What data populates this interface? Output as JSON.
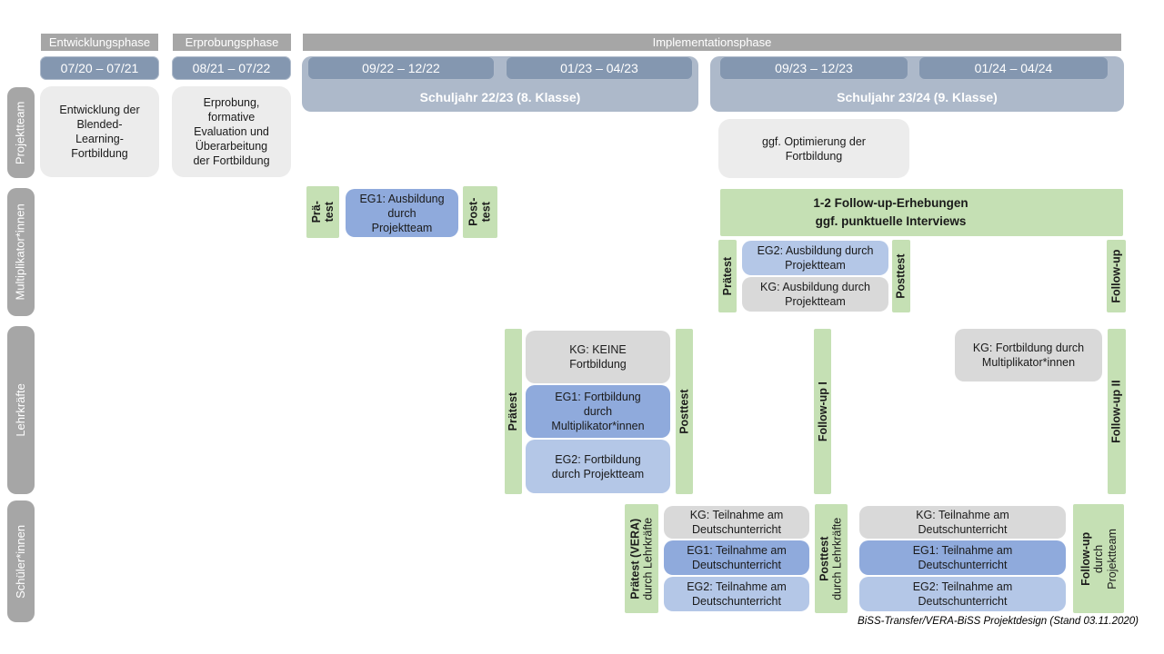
{
  "colors": {
    "header_gray": "#a6a6a6",
    "steel_blue": "#8497b0",
    "light_steel": "#adb9ca",
    "light_gray_box": "#ececec",
    "kg_gray": "#d9d9d9",
    "eg1_blue": "#8faadc",
    "eg2_blue": "#b4c7e7",
    "green": "#c5e0b4"
  },
  "phase_headers": {
    "entwicklung": "Entwicklungsphase",
    "erprobung": "Erprobungsphase",
    "implementation": "Implementationsphase"
  },
  "timeline": {
    "d1": "07/20 – 07/21",
    "d2": "08/21 – 07/22",
    "d3": "09/22 – 12/22",
    "d4": "01/23 – 04/23",
    "d5": "09/23 – 12/23",
    "d6": "01/24 – 04/24",
    "sy1": "Schuljahr 22/23 (8. Klasse)",
    "sy2": "Schuljahr 23/24 (9. Klasse)"
  },
  "row_labels": {
    "r1": "Projektteam",
    "r2": "Multiplikator*innen",
    "r3": "Lehrkräfte",
    "r4": "Schüler*innen"
  },
  "projektteam": {
    "box1": "Entwicklung der\nBlended-\nLearning-\nFortbildung",
    "box2": "Erprobung,\nformative\nEvaluation und\nÜberarbeitung\nder Fortbildung",
    "box3": "ggf. Optimierung der\nFortbildung"
  },
  "multiplikatoren": {
    "praetest1_l1": "Prä-",
    "praetest1_l2": "test",
    "eg1": "EG1: Ausbildung\ndurch\nProjektteam",
    "posttest1_l1": "Post-",
    "posttest1_l2": "test",
    "followup_box": "1-2 Follow-up-Erhebungen\nggf. punktuelle Interviews",
    "praetest2": "Prätest",
    "eg2": "EG2: Ausbildung durch\nProjektteam",
    "kg": "KG: Ausbildung durch\nProjektteam",
    "posttest2": "Posttest",
    "followup": "Follow-up"
  },
  "lehrkraefte": {
    "praetest": "Prätest",
    "kg": "KG: KEINE\nFortbildung",
    "eg1": "EG1: Fortbildung\ndurch\nMultiplikator*innen",
    "eg2": "EG2: Fortbildung\ndurch Projektteam",
    "posttest": "Posttest",
    "followup1": "Follow-up I",
    "kg2": "KG: Fortbildung durch\nMultiplikator*innen",
    "followup2": "Follow-up II"
  },
  "schueler": {
    "praetest_l1": "Prätest (VERA)",
    "praetest_l2": "durch Lehrkräfte",
    "kg1": "KG: Teilnahme am\nDeutschunterricht",
    "eg1a": "EG1: Teilnahme am\nDeutschunterricht",
    "eg2a": "EG2: Teilnahme am\nDeutschunterricht",
    "posttest_l1": "Posttest",
    "posttest_l2": "durch Lehrkräfte",
    "kg2": "KG: Teilnahme am\nDeutschunterricht",
    "eg1b": "EG1: Teilnahme am\nDeutschunterricht",
    "eg2b": "EG2: Teilnahme am\nDeutschunterricht",
    "followup_l1": "Follow-up",
    "followup_l2": "durch",
    "followup_l3": "Projektteam"
  },
  "footer": "BiSS-Transfer/VERA-BiSS Projektdesign (Stand 03.11.2020)"
}
